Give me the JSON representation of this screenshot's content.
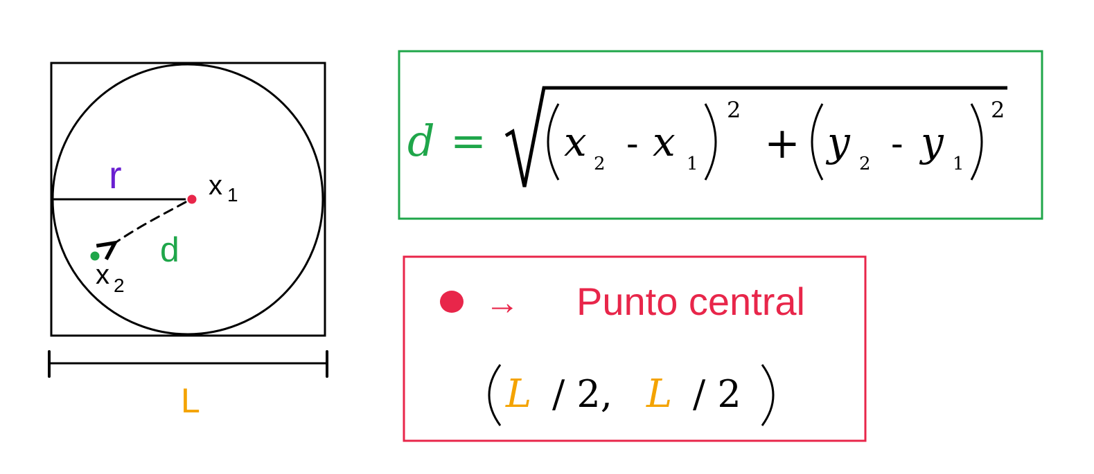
{
  "diagram": {
    "labels": {
      "radius": "r",
      "center_point": "x",
      "center_point_sub": "1",
      "second_point": "x",
      "second_point_sub": "2",
      "distance": "d",
      "side_length": "L"
    }
  },
  "formula": {
    "lhs": "d",
    "equals": "=",
    "x2": "x",
    "x2_sub": "2",
    "minus1": "-",
    "x1": "x",
    "x1_sub": "1",
    "exp1": "2",
    "plus": "+",
    "y2": "y",
    "y2_sub": "2",
    "minus2": "-",
    "y1": "y",
    "y1_sub": "1",
    "exp2": "2"
  },
  "legend": {
    "arrow": "→",
    "text": "Punto central",
    "coord": {
      "open": "(",
      "L_a": "L",
      "div_a": "/ 2,",
      "L_b": "L",
      "div_b": "/ 2",
      "close": ")"
    }
  },
  "colors": {
    "green": "#1fa64a",
    "red": "#e8264a",
    "purple": "#6a1fd1",
    "orange": "#f4a300",
    "black": "#000000"
  }
}
